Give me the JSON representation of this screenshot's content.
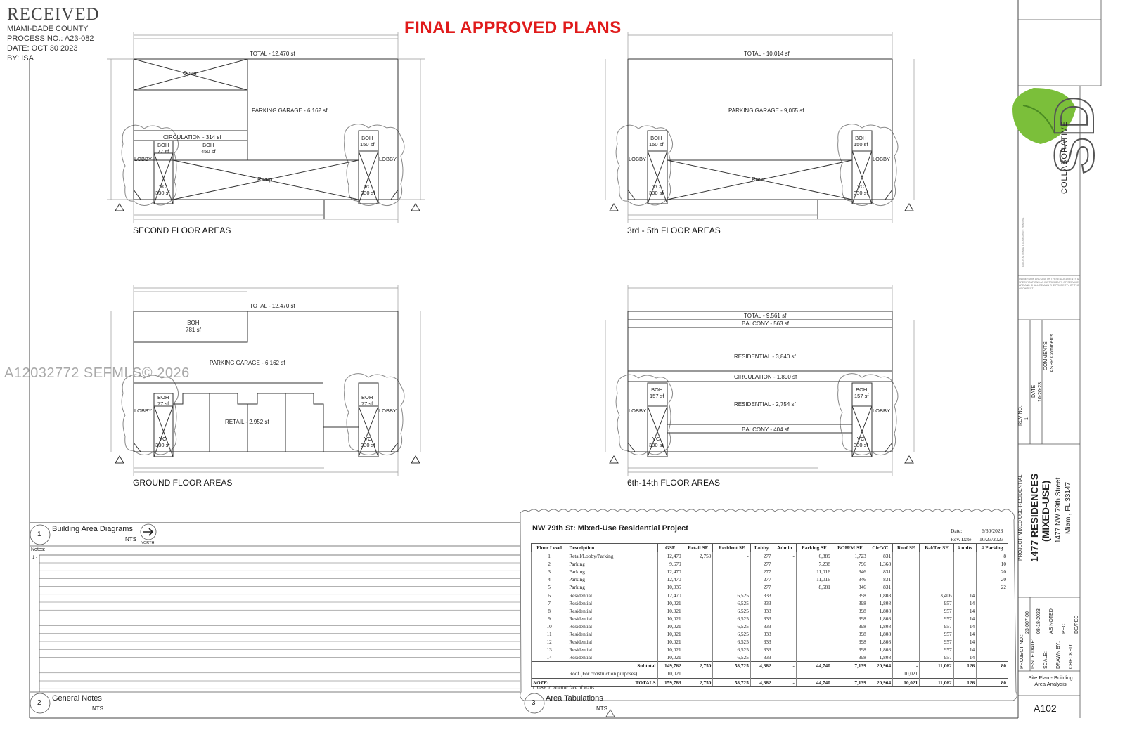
{
  "stamp": {
    "received": "RECEIVED",
    "county": "MIAMI-DADE COUNTY",
    "process": "PROCESS NO.: A23-082",
    "date": "DATE: OCT 30 2023",
    "by": "BY: ISA"
  },
  "banner": "FINAL APPROVED PLANS",
  "watermark": "A12032772  SEFMLS© 2026",
  "plans": {
    "second": {
      "title": "SECOND FLOOR AREAS",
      "total": "TOTAL - 12,470 sf",
      "open": "Open",
      "garage": "PARKING GARAGE - 6,162 sf",
      "circulation": "CIRCULATION - 314 sf",
      "boh_l": "BOH",
      "boh_l_sf": "77 sf",
      "boh_mid": "BOH",
      "boh_mid_sf": "450 sf",
      "boh_r": "BOH",
      "boh_r_sf": "150 sf",
      "lobby": "LOBBY",
      "vc": "VC",
      "vc_sf": "330 sf",
      "ramp": "Ramp"
    },
    "upper": {
      "title": "3rd - 5th FLOOR AREAS",
      "total": "TOTAL - 10,014 sf",
      "garage": "PARKING GARAGE - 9,065 sf",
      "boh": "BOH",
      "boh_sf": "150 sf",
      "lobby": "LOBBY",
      "vc": "VC",
      "vc_sf": "330 sf",
      "ramp": "Ramp"
    },
    "ground": {
      "title": "GROUND FLOOR AREAS",
      "total": "TOTAL - 12,470 sf",
      "boh": "BOH",
      "boh_sf": "781 sf",
      "garage": "PARKING GARAGE - 6,162 sf",
      "retail": "RETAIL - 2,952 sf",
      "boh_s": "BOH",
      "boh_s_sf": "77 sf",
      "lobby": "LOBBY",
      "vc": "VC",
      "vc_sf": "330 sf"
    },
    "top": {
      "title": "6th-14th FLOOR AREAS",
      "total": "TOTAL - 9,561 sf",
      "balcony1": "BALCONY - 563 sf",
      "res1": "RESIDENTIAL - 3,840 sf",
      "circulation": "CIRCULATION - 1,890 sf",
      "res2": "RESIDENTIAL - 2,754 sf",
      "balcony2": "BALCONY - 404 sf",
      "boh": "BOH",
      "boh_sf": "157 sf",
      "lobby": "LOBBY",
      "vc": "VC",
      "vc_sf": "330 sf"
    }
  },
  "legend": {
    "d1": {
      "num": "1",
      "title": "Building Area Diagrams",
      "scale": "NTS",
      "north": "NORTH"
    },
    "notes_label": "Notes:",
    "notes_item": "1  -",
    "d2": {
      "num": "2",
      "title": "General Notes",
      "scale": "NTS"
    },
    "d3": {
      "num": "3",
      "title": "Area Tabulations",
      "scale": "NTS"
    }
  },
  "table": {
    "title": "NW 79th St: Mixed-Use Residential Project",
    "date_label": "Date:",
    "date": "6/30/2023",
    "rev_label": "Rev. Date:",
    "rev": "10/23/2023",
    "headers": [
      "Floor Level",
      "Description",
      "GSF",
      "Retail SF",
      "Resident SF",
      "Lobby",
      "Admin",
      "Parking SF",
      "BOH/M SF",
      "Cir/VC",
      "Roof SF",
      "Bal/Ter SF",
      "# units",
      "# Parking"
    ],
    "rows": [
      [
        "1",
        "Retail/Lobby/Parking",
        "12,470",
        "2,750",
        "-",
        "277",
        "-",
        "6,889",
        "1,723",
        "831",
        "",
        "",
        "",
        "8"
      ],
      [
        "2",
        "Parking",
        "9,679",
        "",
        "",
        "277",
        "",
        "7,238",
        "796",
        "1,368",
        "",
        "",
        "",
        "10"
      ],
      [
        "3",
        "Parking",
        "12,470",
        "",
        "",
        "277",
        "",
        "11,016",
        "346",
        "831",
        "",
        "",
        "",
        "20"
      ],
      [
        "4",
        "Parking",
        "12,470",
        "",
        "",
        "277",
        "",
        "11,016",
        "346",
        "831",
        "",
        "",
        "",
        "20"
      ],
      [
        "5",
        "Parking",
        "10,035",
        "",
        "",
        "277",
        "",
        "8,581",
        "346",
        "831",
        "",
        "",
        "",
        "22"
      ],
      [
        "6",
        "Residential",
        "12,470",
        "",
        "6,525",
        "333",
        "",
        "",
        "398",
        "1,808",
        "",
        "3,406",
        "14",
        ""
      ],
      [
        "7",
        "Residential",
        "10,021",
        "",
        "6,525",
        "333",
        "",
        "",
        "398",
        "1,808",
        "",
        "957",
        "14",
        ""
      ],
      [
        "8",
        "Residential",
        "10,021",
        "",
        "6,525",
        "333",
        "",
        "",
        "398",
        "1,808",
        "",
        "957",
        "14",
        ""
      ],
      [
        "9",
        "Residential",
        "10,021",
        "",
        "6,525",
        "333",
        "",
        "",
        "398",
        "1,808",
        "",
        "957",
        "14",
        ""
      ],
      [
        "10",
        "Residential",
        "10,021",
        "",
        "6,525",
        "333",
        "",
        "",
        "398",
        "1,808",
        "",
        "957",
        "14",
        ""
      ],
      [
        "11",
        "Residential",
        "10,021",
        "",
        "6,525",
        "333",
        "",
        "",
        "398",
        "1,808",
        "",
        "957",
        "14",
        ""
      ],
      [
        "12",
        "Residential",
        "10,021",
        "",
        "6,525",
        "333",
        "",
        "",
        "398",
        "1,808",
        "",
        "957",
        "14",
        ""
      ],
      [
        "13",
        "Residential",
        "10,021",
        "",
        "6,525",
        "333",
        "",
        "",
        "398",
        "1,808",
        "",
        "957",
        "14",
        ""
      ],
      [
        "14",
        "Residential",
        "10,021",
        "",
        "6,525",
        "333",
        "",
        "",
        "398",
        "1,808",
        "",
        "957",
        "14",
        ""
      ]
    ],
    "subtotal": [
      "",
      "Subtotal",
      "149,762",
      "2,750",
      "58,725",
      "4,382",
      "-",
      "44,740",
      "7,139",
      "20,964",
      "-",
      "11,062",
      "126",
      "80"
    ],
    "roof": [
      "",
      "Roof (For construction purposes)",
      "10,021",
      "",
      "",
      "",
      "",
      "",
      "",
      "",
      "10,021",
      "",
      "",
      ""
    ],
    "totals": [
      "NOTE:",
      "TOTALS",
      "159,783",
      "2,750",
      "58,725",
      "4,382",
      "-",
      "44,740",
      "7,139",
      "20,964",
      "10,021",
      "11,062",
      "126",
      "80"
    ],
    "footnote": "1.  GSF to exterior face of walls"
  },
  "titleblock": {
    "firm": "COLLABORATIVE",
    "firm_sub": "CARLOS M. CONDE, R.A. ARCHITECT, PRINCIPAL",
    "disclaimer": "OWNERSHIP AND USE OF THESE DOCUMENTS & SPECIFICATIONS AS INSTRUMENTS OF SERVICE ARE AND SHALL REMAIN THE PROPERTY OF THE ARCHITECT",
    "rev_no_label": "REV NO.",
    "rev_no": "1",
    "rev_date_label": "DATE",
    "rev_date": "10-20-23",
    "comments_label": "COMMENTS",
    "comments": "ASPR Comments",
    "project_label": "PROJECT: MIXED USE-RESIDENTIAL",
    "project_name": "1477 RESIDENCES",
    "project_sub": "(MIXED-USE)",
    "address1": "1477 NW 79th Street",
    "address2": "Miami, FL 33147",
    "fields": [
      [
        "PROJECT NO.:",
        "23-007-00"
      ],
      [
        "ISSUE DATE:",
        "08-18-2023"
      ],
      [
        "SCALE:",
        "AS NOTED"
      ],
      [
        "DRAWN BY:",
        "PEC"
      ],
      [
        "CHECKED:",
        "DC/PEC"
      ]
    ],
    "sheet_title": "Site Plan - Building Area Analysis",
    "sheet_no": "A102"
  },
  "colors": {
    "banner": "#e01b1b",
    "leaf": "#7bbf3a",
    "ink": "#222222"
  }
}
